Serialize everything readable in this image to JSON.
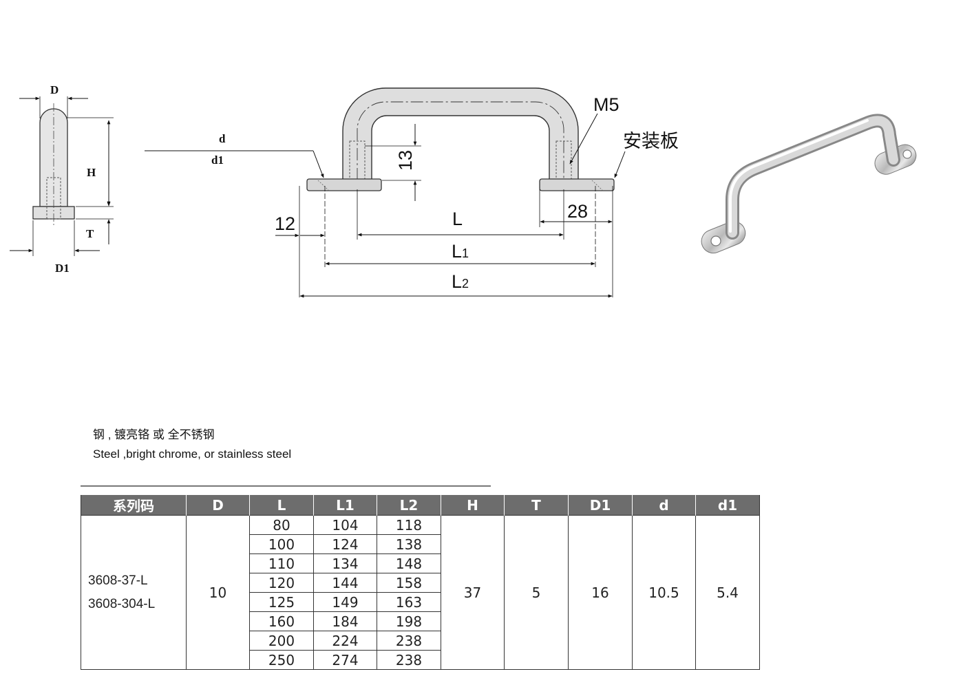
{
  "drawing": {
    "side_view": {
      "D": "D",
      "H": "H",
      "T": "T",
      "D1": "D1"
    },
    "front_view": {
      "d": "d",
      "d1": "d1",
      "M5": "M5",
      "plate": "安装板",
      "dim_13": "13",
      "dim_12": "12",
      "dim_28": "28",
      "L": "L",
      "L1_main": "L",
      "L1_sub": "1",
      "L2_main": "L",
      "L2_sub": "2"
    }
  },
  "material": {
    "cn": "钢 , 镀亮铬 或 全不锈钢",
    "en": "Steel ,bright chrome, or stainless steel"
  },
  "table": {
    "headers": [
      "系列码",
      "D",
      "L",
      "L1",
      "L2",
      "H",
      "T",
      "D1",
      "d",
      "d1"
    ],
    "series": [
      "3608-37-L",
      "3608-304-L"
    ],
    "D": "10",
    "rows": [
      [
        "80",
        "104",
        "118"
      ],
      [
        "100",
        "124",
        "138"
      ],
      [
        "110",
        "134",
        "148"
      ],
      [
        "120",
        "144",
        "158"
      ],
      [
        "125",
        "149",
        "163"
      ],
      [
        "160",
        "184",
        "198"
      ],
      [
        "200",
        "224",
        "238"
      ],
      [
        "250",
        "274",
        "238"
      ]
    ],
    "H": "37",
    "T": "5",
    "D1": "16",
    "d": "10.5",
    "d1": "5.4"
  }
}
